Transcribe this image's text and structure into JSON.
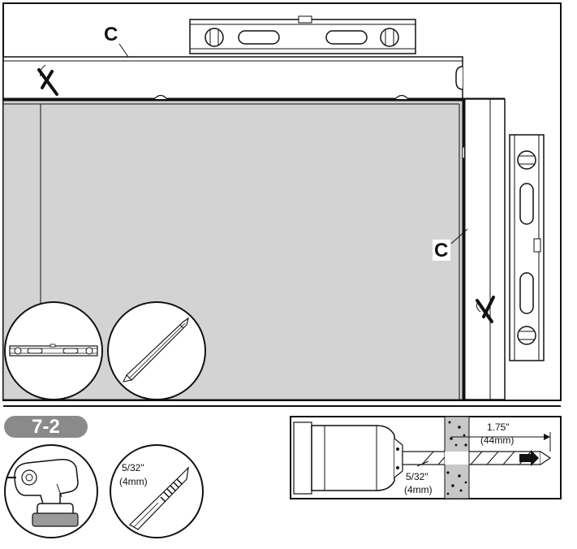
{
  "step": {
    "number": "7-2"
  },
  "labels": {
    "callout_top": "C",
    "callout_side": "C"
  },
  "marks": {
    "top_x": "X",
    "side_x": "X"
  },
  "drill_bit": {
    "size_in": "5/32\"",
    "size_mm": "(4mm)"
  },
  "drill_section": {
    "depth_in": "1.75\"",
    "depth_mm": "(44mm)",
    "bit_in": "5/32\"",
    "bit_mm": "(4mm)"
  },
  "icons": [
    "level-icon",
    "pencil-icon",
    "cordless-drill-icon",
    "drill-bit-icon"
  ]
}
